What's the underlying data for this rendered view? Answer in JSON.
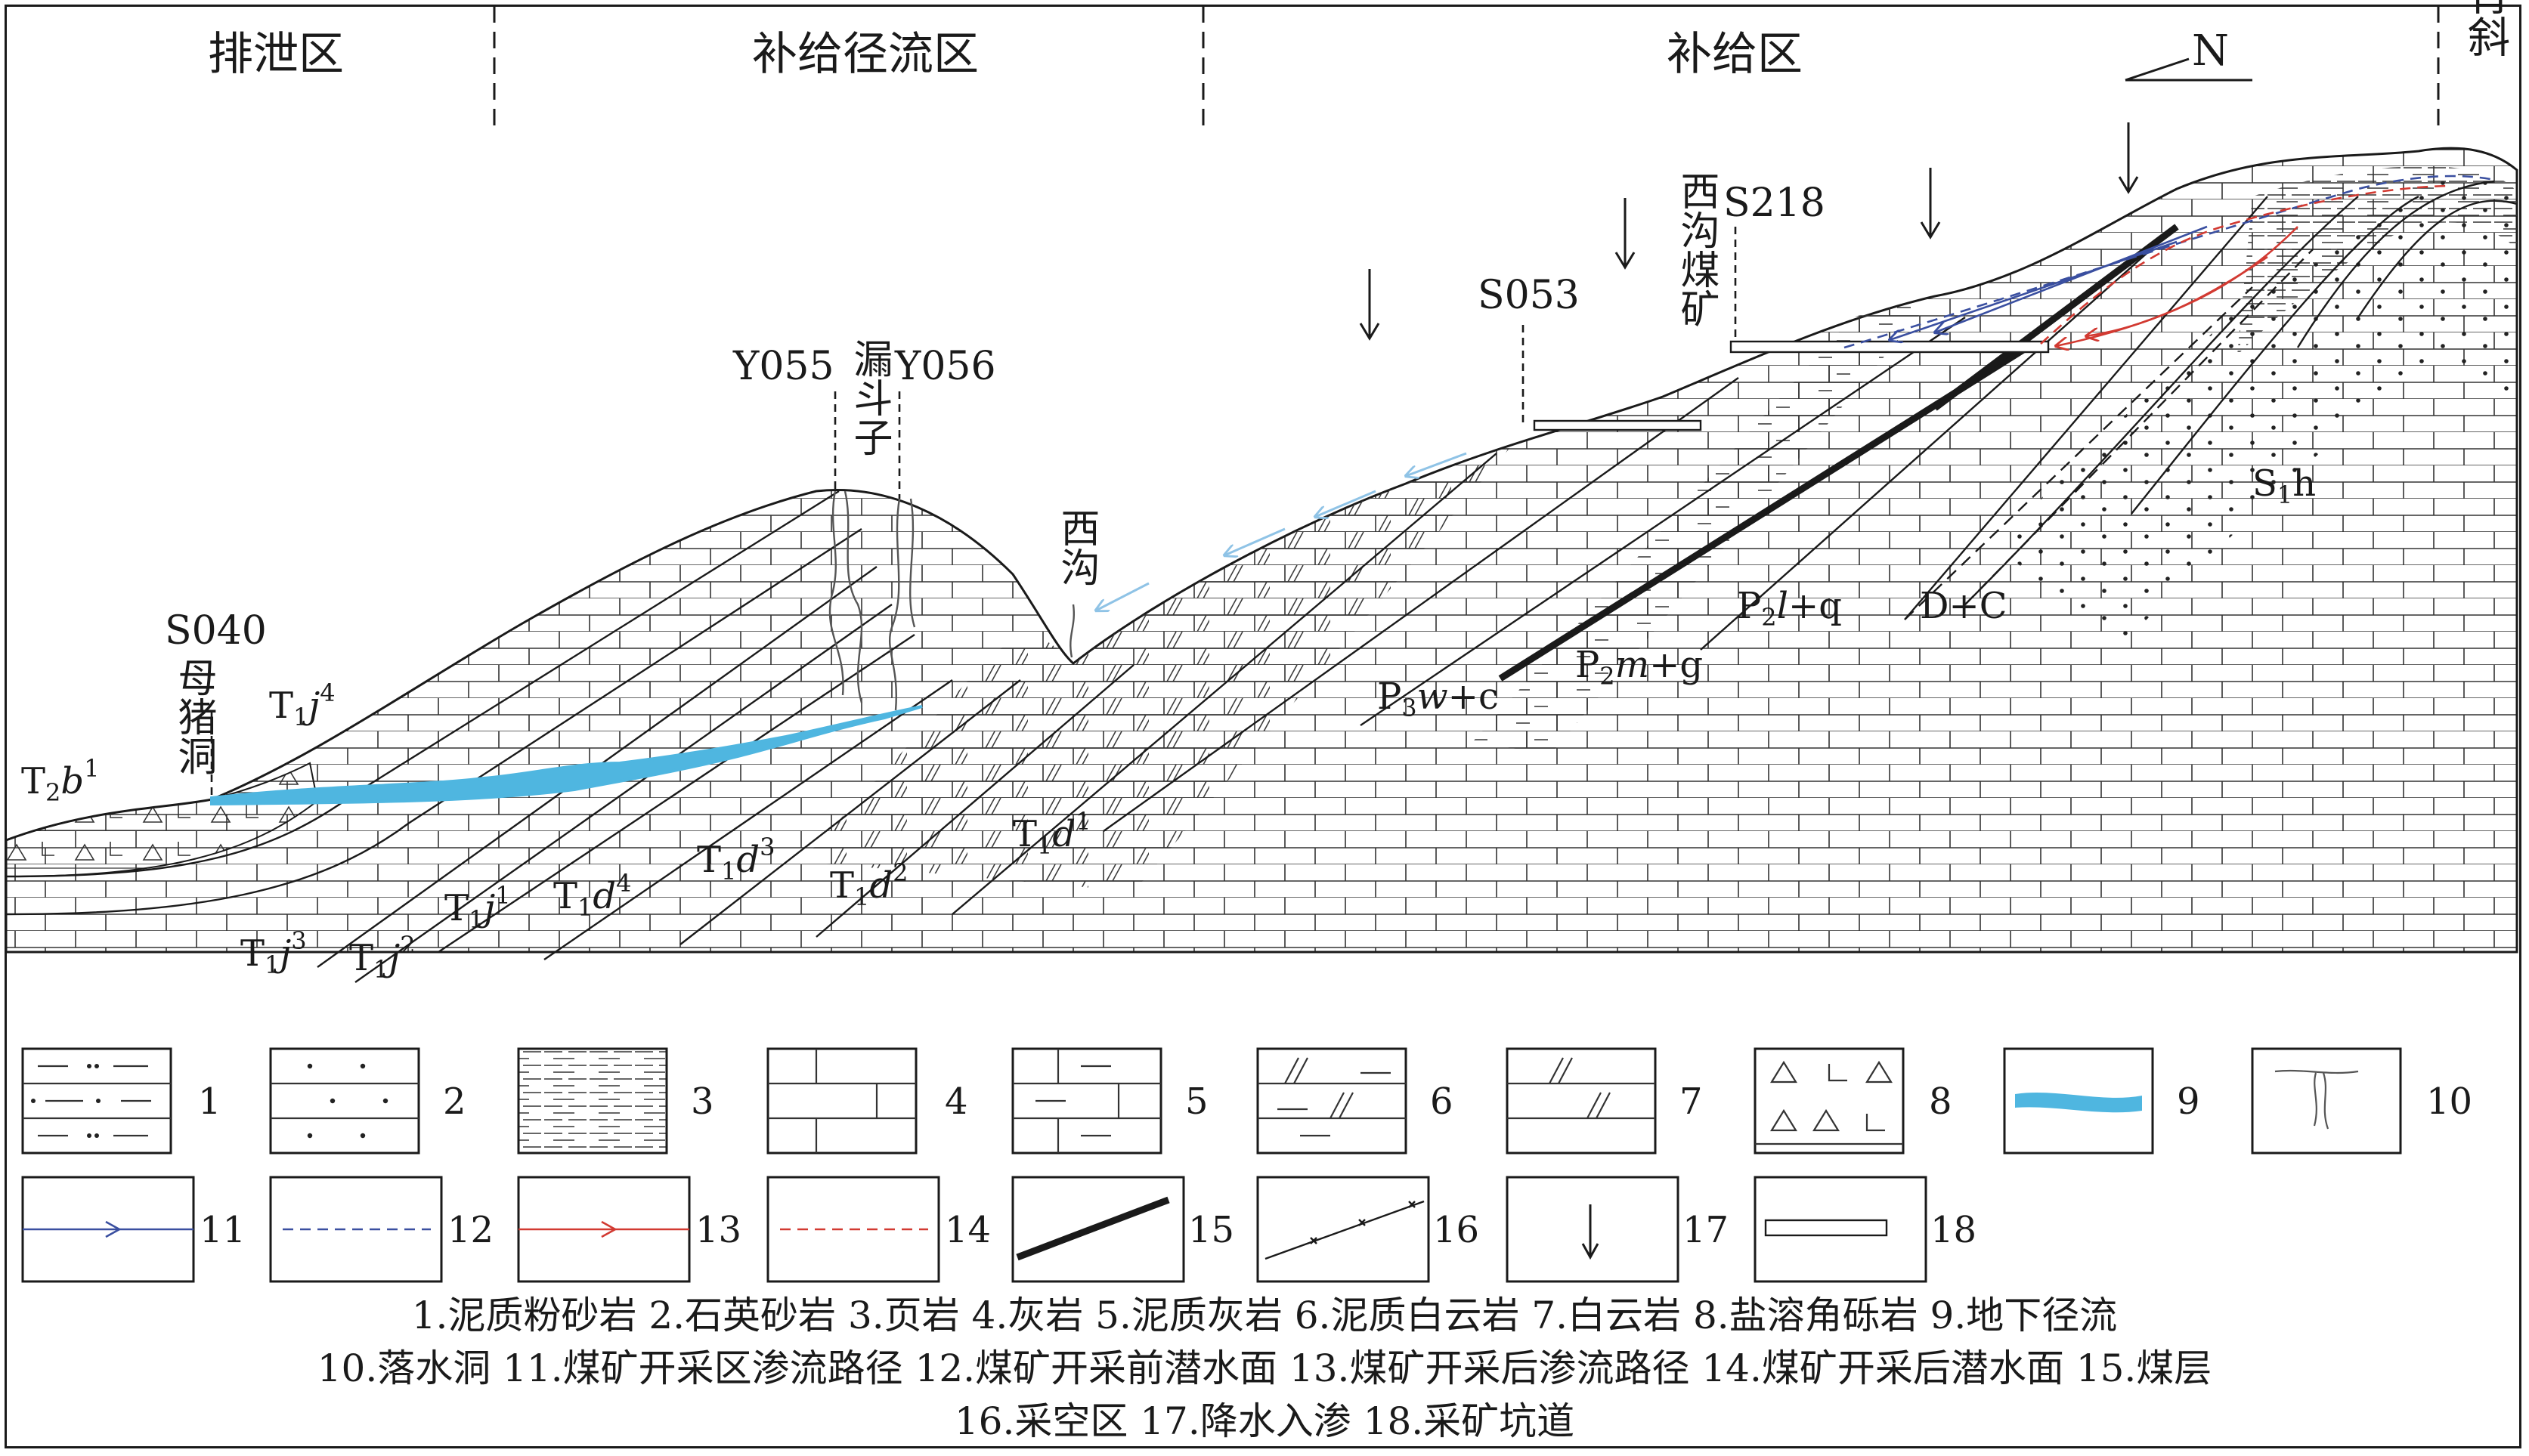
{
  "zones": [
    {
      "label": "排泄区"
    },
    {
      "label": "补给径流区"
    },
    {
      "label": "补给区"
    },
    {
      "label": "背斜"
    }
  ],
  "compass": {
    "label": "N"
  },
  "wells": [
    {
      "label": "S040"
    },
    {
      "label": "母猪洞"
    },
    {
      "label": "Y055"
    },
    {
      "label": "漏斗子"
    },
    {
      "label": "Y056"
    },
    {
      "label": "西沟"
    },
    {
      "label": "S053"
    },
    {
      "label": "西沟煤矿"
    },
    {
      "label": "S218"
    }
  ],
  "strata": {
    "t2b1": {
      "base": "T",
      "s1": "2",
      "mid": "b",
      "s2": "1"
    },
    "t1j4": {
      "base": "T",
      "s1": "1",
      "mid": "j",
      "s2": "4"
    },
    "t1j3": {
      "base": "T",
      "s1": "1",
      "mid": "j",
      "s2": "3"
    },
    "t1j2": {
      "base": "T",
      "s1": "1",
      "mid": "j",
      "s2": "2"
    },
    "t1j1": {
      "base": "T",
      "s1": "1",
      "mid": "j",
      "s2": "1"
    },
    "t1d4": {
      "base": "T",
      "s1": "1",
      "mid": "d",
      "s2": "4"
    },
    "t1d3": {
      "base": "T",
      "s1": "1",
      "mid": "d",
      "s2": "3"
    },
    "t1d2": {
      "base": "T",
      "s1": "1",
      "mid": "d",
      "s2": "2"
    },
    "t1d1": {
      "base": "T",
      "s1": "1",
      "mid": "d",
      "s2": "1"
    },
    "p3wc": {
      "base": "P",
      "s1": "3",
      "mid": "w",
      "tail": "+c"
    },
    "p2mg": {
      "base": "P",
      "s1": "2",
      "mid": "m",
      "tail": "+g"
    },
    "p2lq": {
      "base": "P",
      "s1": "2",
      "mid": "l",
      "tail": "+q"
    },
    "dc": {
      "base": "D+C"
    },
    "s1h": {
      "base": "S",
      "s1": "1",
      "tail": "h"
    }
  },
  "legend": [
    {
      "num": "1",
      "icon": "silty-mudstone-pattern"
    },
    {
      "num": "2",
      "icon": "quartz-sandstone-pattern"
    },
    {
      "num": "3",
      "icon": "shale-pattern"
    },
    {
      "num": "4",
      "icon": "limestone-pattern"
    },
    {
      "num": "5",
      "icon": "argillaceous-limestone-pattern"
    },
    {
      "num": "6",
      "icon": "argillaceous-dolomite-pattern"
    },
    {
      "num": "7",
      "icon": "dolomite-pattern"
    },
    {
      "num": "8",
      "icon": "salt-solution-breccia-pattern"
    },
    {
      "num": "9",
      "icon": "groundwater-runoff-symbol"
    },
    {
      "num": "10",
      "icon": "sinkhole-symbol"
    },
    {
      "num": "11",
      "icon": "seepage-path-mining-area-symbol"
    },
    {
      "num": "12",
      "icon": "water-table-before-mining-symbol"
    },
    {
      "num": "13",
      "icon": "seepage-path-after-mining-symbol"
    },
    {
      "num": "14",
      "icon": "water-table-after-mining-symbol"
    },
    {
      "num": "15",
      "icon": "coal-seam-symbol"
    },
    {
      "num": "16",
      "icon": "goaf-symbol"
    },
    {
      "num": "17",
      "icon": "infiltration-arrow-symbol"
    },
    {
      "num": "18",
      "icon": "mine-tunnel-symbol"
    }
  ],
  "caption": [
    "1.泥质粉砂岩 2.石英砂岩 3.页岩 4.灰岩 5.泥质灰岩 6.泥质白云岩 7.白云岩 8.盐溶角砾岩 9.地下径流",
    "10.落水洞 11.煤矿开采区渗流路径 12.煤矿开采前潜水面 13.煤矿开采后渗流路径 14.煤矿开采后潜水面 15.煤层",
    "16.采空区 17.降水入渗 18.采矿坑道"
  ],
  "colors": {
    "ink": "#1a1a1a",
    "groundwater": "#4fb6e0",
    "seepage_blue": "#3a4fa0",
    "seepage_red": "#d23a32",
    "arrow_lightblue": "#8fc3e6"
  }
}
